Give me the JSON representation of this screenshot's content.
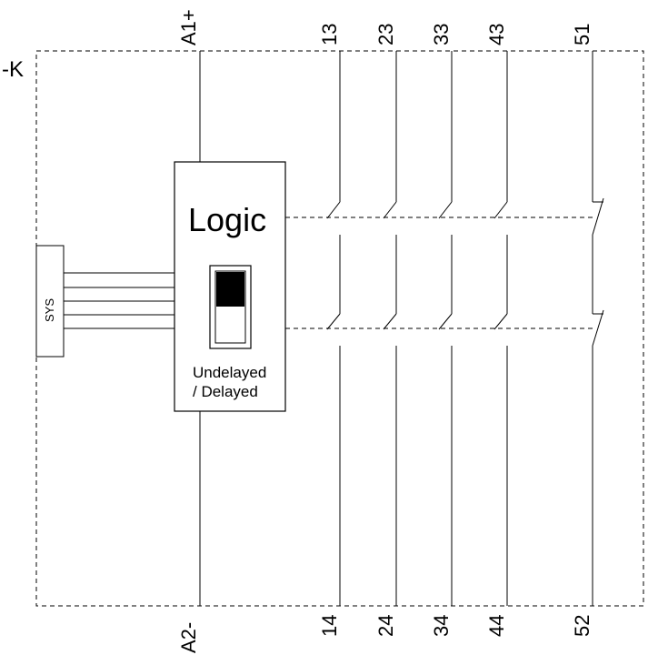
{
  "device_ref": "-K",
  "logic_label": "Logic",
  "switch_label_line1": "Undelayed",
  "switch_label_line2": "/ Delayed",
  "sys_label": "SYS",
  "coil_terminals": {
    "top": "A1+",
    "bottom": "A2-"
  },
  "contacts": [
    {
      "top": "13",
      "bottom": "14",
      "type": "NO"
    },
    {
      "top": "23",
      "bottom": "24",
      "type": "NO"
    },
    {
      "top": "33",
      "bottom": "34",
      "type": "NO"
    },
    {
      "top": "43",
      "bottom": "44",
      "type": "NO"
    },
    {
      "top": "51",
      "bottom": "52",
      "type": "NC"
    }
  ]
}
